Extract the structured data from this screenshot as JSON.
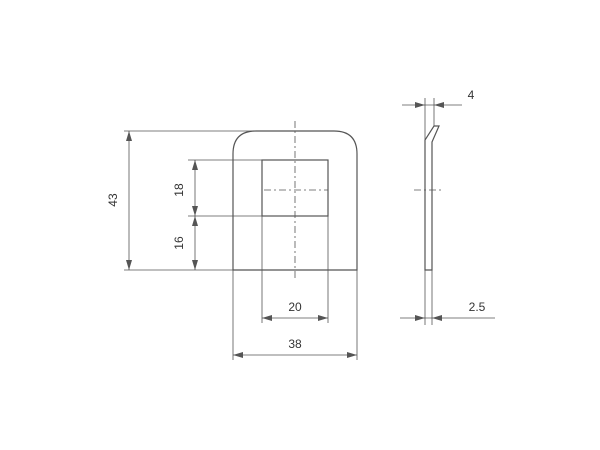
{
  "dimensions": {
    "overall_height": "43",
    "upper_segment": "18",
    "lower_segment": "16",
    "hole_width": "20",
    "overall_width": "38",
    "top_thickness": "4",
    "bottom_thickness": "2.5"
  },
  "colors": {
    "line": "#555555",
    "text": "#333333",
    "background": "#ffffff"
  }
}
